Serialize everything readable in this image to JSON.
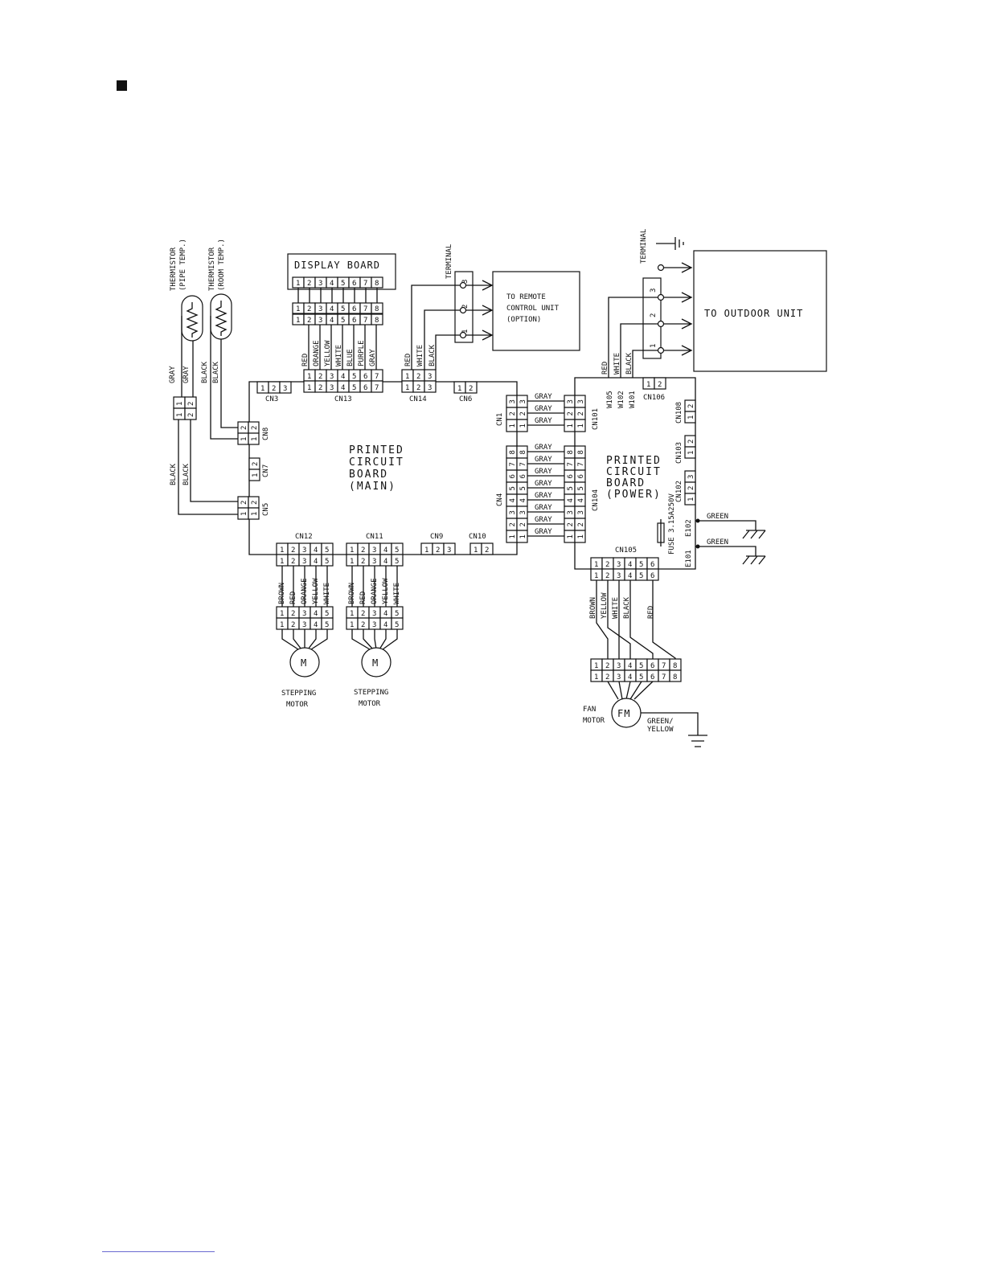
{
  "labels": {
    "display_board": "DISPLAY BOARD",
    "thermistor_pipe_1": "THERMISTOR",
    "thermistor_pipe_2": "(PIPE TEMP.)",
    "thermistor_room_1": "THERMISTOR",
    "thermistor_room_2": "(ROOM TEMP.)",
    "terminal": "TERMINAL",
    "to_remote_1": "TO REMOTE",
    "to_remote_2": "CONTROL UNIT",
    "to_remote_3": "(OPTION)",
    "to_outdoor": "TO OUTDOOR UNIT",
    "pcb_main": [
      "PRINTED",
      "CIRCUIT",
      "BOARD",
      "(MAIN)"
    ],
    "pcb_power": [
      "PRINTED",
      "CIRCUIT",
      "BOARD",
      "(POWER)"
    ],
    "stepping_motor": [
      "STEPPING",
      "MOTOR"
    ],
    "fan_motor": [
      "FAN",
      "MOTOR"
    ],
    "motor_symbol": "M",
    "fan_motor_symbol": "FM",
    "fuse": "FUSE 3.15A250V",
    "green": "GREEN",
    "green_yellow": [
      "GREEN/",
      "YELLOW"
    ]
  },
  "connectors": {
    "CN3": "CN3",
    "CN13": "CN13",
    "CN14": "CN14",
    "CN6": "CN6",
    "CN1": "CN1",
    "CN4": "CN4",
    "CN8": "CN8",
    "CN7": "CN7",
    "CN5": "CN5",
    "CN12": "CN12",
    "CN11": "CN11",
    "CN9": "CN9",
    "CN10": "CN10",
    "CN101": "CN101",
    "CN104": "CN104",
    "CN106": "CN106",
    "CN108": "CN108",
    "CN103": "CN103",
    "CN102": "CN102",
    "CN105": "CN105",
    "E102": "E102",
    "E101": "E101",
    "W105": "W105",
    "W102": "W102",
    "W101": "W101"
  },
  "wires": {
    "display": [
      "RED",
      "ORANGE",
      "YELLOW",
      "WHITE",
      "BLUE",
      "PURPLE",
      "GRAY"
    ],
    "remote": [
      "RED",
      "WHITE",
      "BLACK"
    ],
    "outdoor": [
      "RED",
      "WHITE",
      "BLACK"
    ],
    "pipe_thermistor": [
      "GRAY",
      "GRAY",
      "BLACK",
      "BLACK"
    ],
    "room_thermistor": [
      "BLACK",
      "BLACK"
    ],
    "cn1_cn101": [
      "GRAY",
      "GRAY",
      "GRAY"
    ],
    "cn4_cn104": [
      "GRAY",
      "GRAY",
      "GRAY",
      "GRAY",
      "GRAY",
      "GRAY",
      "GRAY",
      "GRAY"
    ],
    "stepping": [
      "BROWN",
      "RED",
      "ORANGE",
      "YELLOW",
      "WHITE"
    ],
    "fan": [
      "BROWN",
      "YELLOW",
      "WHITE",
      "BLACK",
      "RED"
    ]
  }
}
